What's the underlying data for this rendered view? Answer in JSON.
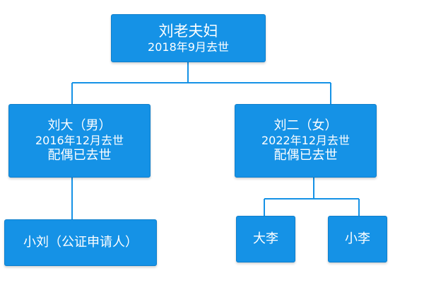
{
  "diagram": {
    "theme": {
      "node_fill": "#1592e6",
      "node_border": "#0f7fcc",
      "connector_color": "#1592e6",
      "text_color": "#ffffff"
    },
    "nodes": {
      "parents": {
        "name": "刘老夫妇",
        "note": "2018年9月去世"
      },
      "son": {
        "name": "刘大（男）",
        "death": "2016年12月去世",
        "spouse": "配偶已去世"
      },
      "daughter": {
        "name": "刘二（女）",
        "death": "2022年12月去世",
        "spouse": "配偶已去世"
      },
      "applicant": {
        "name": "小刘（公证申请人）"
      },
      "da_li": {
        "name": "大李"
      },
      "xiao_li": {
        "name": "小李"
      }
    }
  }
}
